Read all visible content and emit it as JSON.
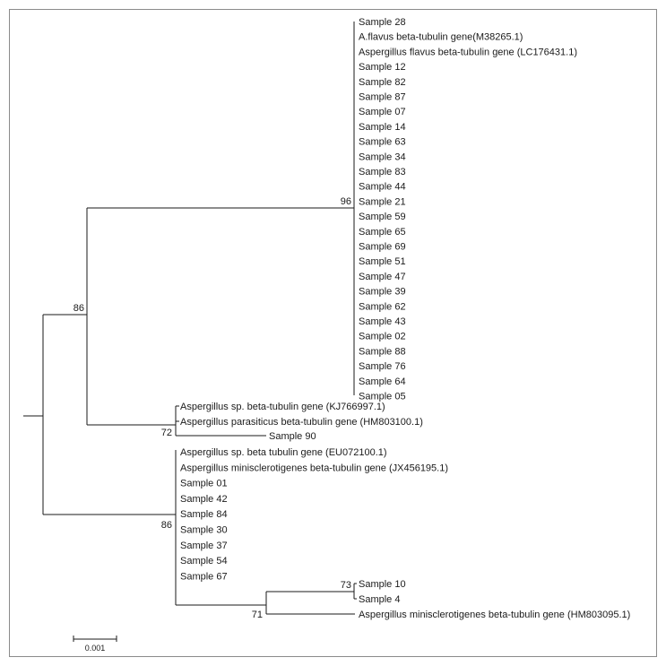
{
  "clade_main": {
    "support": "96",
    "leaves": [
      "Sample 28",
      "A.flavus beta-tubulin gene(M38265.1)",
      "Aspergillus flavus beta-tubulin gene (LC176431.1)",
      "Sample 12",
      "Sample 82",
      "Sample 87",
      "Sample 07",
      "Sample 14",
      "Sample 63",
      "Sample 34",
      "Sample 83",
      "Sample 44",
      "Sample 21",
      "Sample 59",
      "Sample 65",
      "Sample 69",
      "Sample 51",
      "Sample 47",
      "Sample 39",
      "Sample 62",
      "Sample 43",
      "Sample 02",
      "Sample 88",
      "Sample 76",
      "Sample 64",
      "Sample 05"
    ]
  },
  "clade_upper_parent": {
    "support": "86"
  },
  "clade_parasiticus": {
    "support": "72",
    "leaves": [
      "Aspergillus sp. beta-tubulin gene (KJ766997.1)",
      "Aspergillus parasiticus beta-tubulin gene (HM803100.1)"
    ],
    "outlier": "Sample 90"
  },
  "clade_minisclerotigenes": {
    "support": "86",
    "leaves": [
      "Aspergillus sp. beta tubulin gene (EU072100.1)",
      "Aspergillus minisclerotigenes beta-tubulin gene (JX456195.1)",
      "Sample 01",
      "Sample 42",
      "Sample 84",
      "Sample 30",
      "Sample 37",
      "Sample 54",
      "Sample 67"
    ]
  },
  "clade_sub_71": {
    "support": "71",
    "outlier": "Aspergillus minisclerotigenes beta-tubulin gene (HM803095.1)"
  },
  "clade_sub_73": {
    "support": "73",
    "leaves": [
      "Sample 10",
      "Sample 4"
    ]
  },
  "scale_bar": {
    "label": "0.001"
  }
}
